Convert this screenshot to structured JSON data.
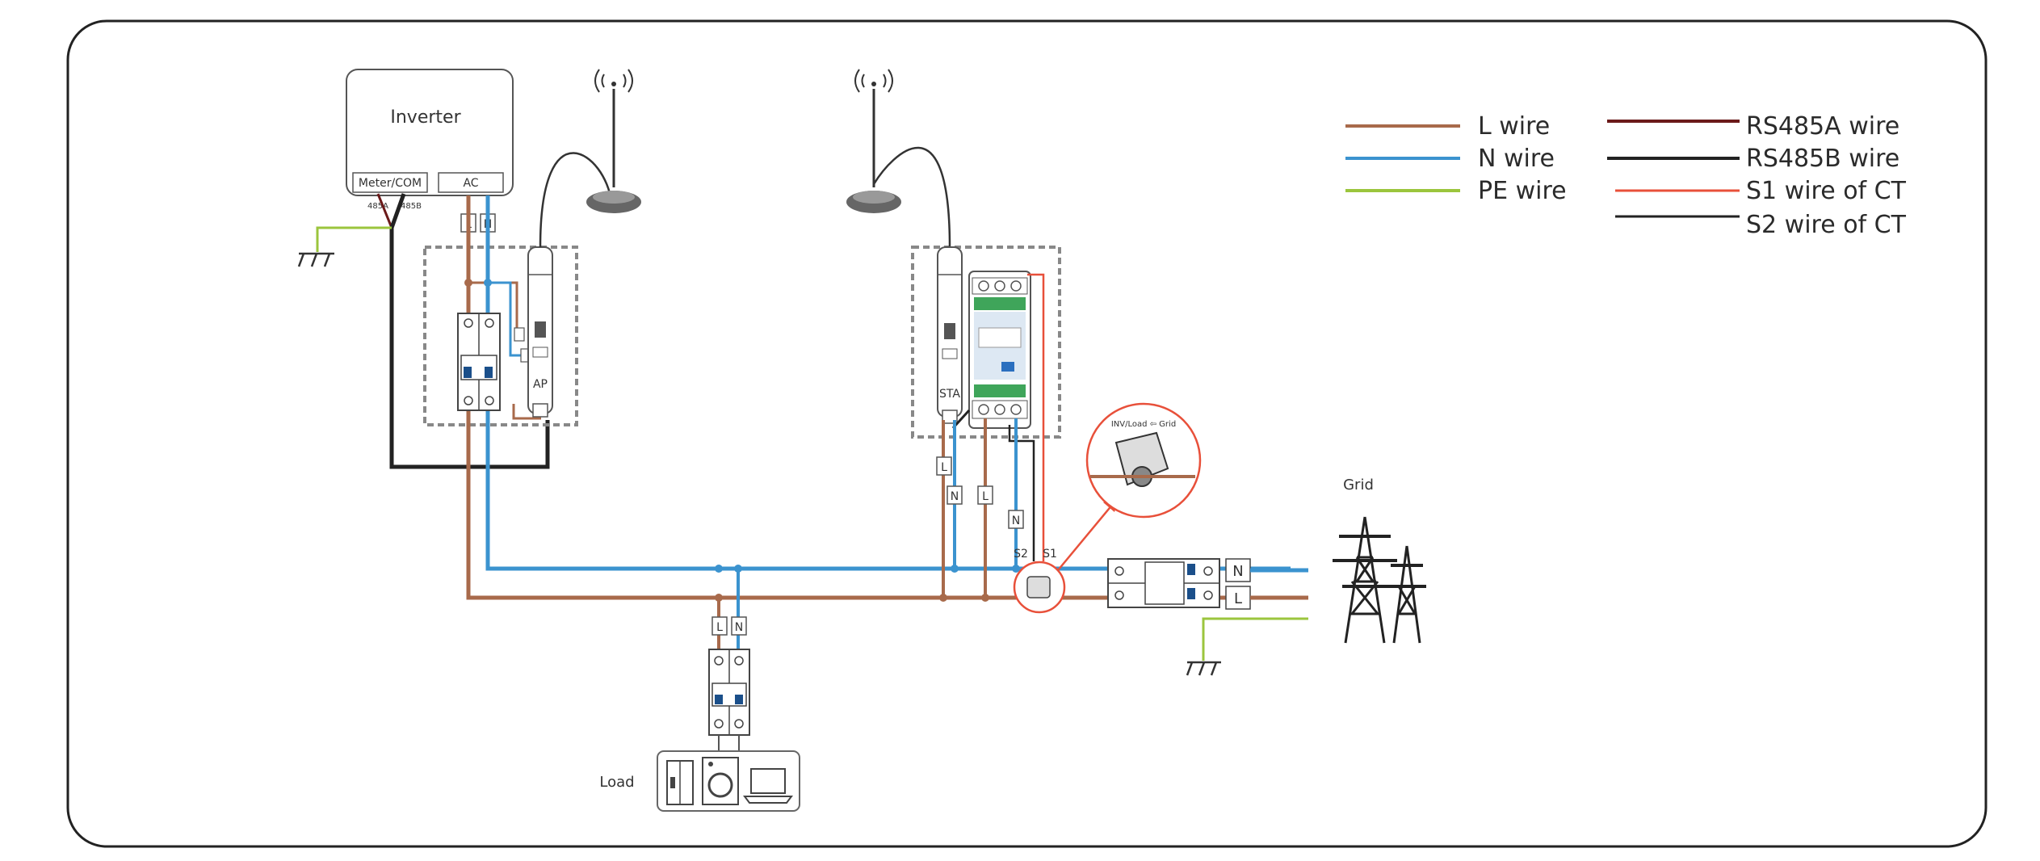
{
  "inverter": {
    "title": "Inverter",
    "port_meter": "Meter/COM",
    "port_ac": "AC",
    "pin_a": "485A",
    "pin_b": "485B"
  },
  "terminals": {
    "l": "L",
    "n": "N"
  },
  "dongle": {
    "ap_label": "AP",
    "sta_label": "STA"
  },
  "ct": {
    "direction_label": "INV/Load ⇦ Grid",
    "s1": "S1",
    "s2": "S2"
  },
  "grid": {
    "label": "Grid"
  },
  "load": {
    "label": "Load"
  },
  "legend": {
    "items": [
      {
        "label": "L wire",
        "color": "#a86a4b"
      },
      {
        "label": "N wire",
        "color": "#3b93cf"
      },
      {
        "label": "PE wire",
        "color": "#9bc53d"
      },
      {
        "label": "RS485A wire",
        "color": "#6b1a1a"
      },
      {
        "label": "RS485B wire",
        "color": "#222222"
      },
      {
        "label": "S1 wire of CT",
        "color": "#e8503a"
      },
      {
        "label": "S2 wire of CT",
        "color": "#222222"
      }
    ]
  },
  "colors": {
    "l_wire": "#a86a4b",
    "n_wire": "#3b93cf",
    "pe_wire": "#9bc53d",
    "rs485a": "#6b1a1a",
    "rs485b": "#222222",
    "ct_s1": "#e8503a",
    "ct_s2": "#222222",
    "accent": "#e8503a",
    "frame": "#222222"
  }
}
